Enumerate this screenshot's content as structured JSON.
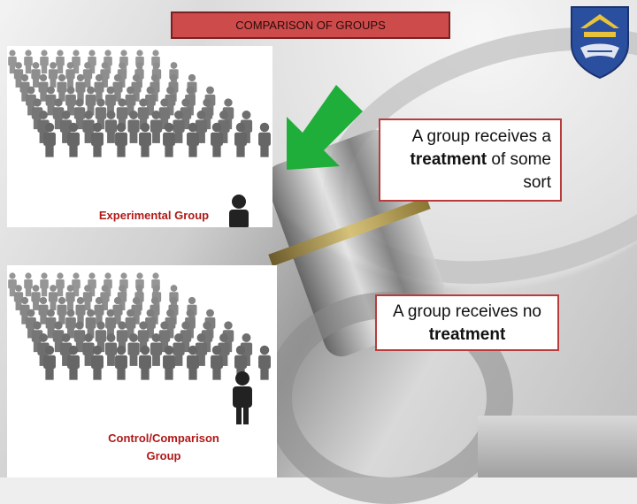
{
  "slide": {
    "title": "COMPARISON OF GROUPS",
    "logo": "university-crest-logo"
  },
  "experimental": {
    "label": "Experimental Group",
    "callout_part1": "A group receives a ",
    "callout_bold": "treatment",
    "callout_part2": " of some sort"
  },
  "control": {
    "label_line1": "Control/Comparison",
    "label_line2": "Group",
    "callout_part1": "A group receives no ",
    "callout_bold": "treatment"
  },
  "arrow": {
    "color": "#1fae3a",
    "icon": "arrow-down-left-icon"
  },
  "colors": {
    "title_bg": "#cd4b4b",
    "label_text": "#b01818",
    "callout_border": "#b83c3c"
  }
}
